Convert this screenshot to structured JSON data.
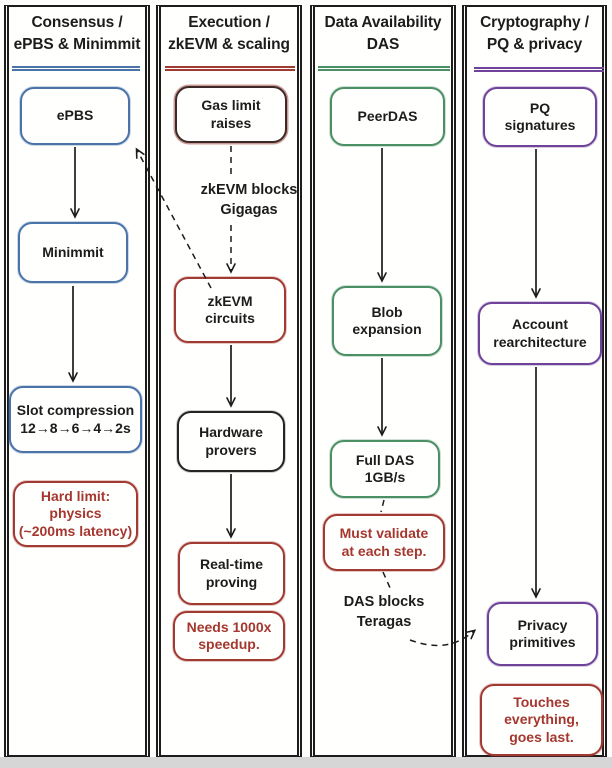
{
  "diagram": {
    "columns": [
      {
        "title": "Consensus /\nePBS & Minimmit",
        "accent": "#4a74a8",
        "nodes": [
          {
            "label": "ePBS"
          },
          {
            "label": "Minimmit"
          },
          {
            "label": "Slot compression\n12→8→6→4→2s"
          },
          {
            "label": "Hard limit:\nphysics\n(~200ms latency)",
            "type": "warning"
          }
        ]
      },
      {
        "title": "Execution /\nzkEVM & scaling",
        "accent": "#a03a32",
        "annotation": "zkEVM blocks\nGigagas",
        "nodes": [
          {
            "label": "Gas limit\nraises"
          },
          {
            "label": "zkEVM\ncircuits"
          },
          {
            "label": "Hardware\nprovers"
          },
          {
            "label": "Real-time\nproving"
          },
          {
            "label": "Needs 1000x\nspeedup.",
            "type": "warning"
          }
        ]
      },
      {
        "title": "Data Availability\nDAS",
        "accent": "#4b8f64",
        "annotation": "DAS blocks\nTeragas",
        "nodes": [
          {
            "label": "PeerDAS"
          },
          {
            "label": "Blob\nexpansion"
          },
          {
            "label": "Full DAS\n1GB/s"
          },
          {
            "label": "Must validate\nat each step.",
            "type": "warning"
          }
        ]
      },
      {
        "title": "Cryptography /\nPQ & privacy",
        "accent": "#6f4399",
        "nodes": [
          {
            "label": "PQ\nsignatures"
          },
          {
            "label": "Account\nrearchitecture"
          },
          {
            "label": "Privacy\nprimitives"
          },
          {
            "label": "Touches\neverything,\ngoes last.",
            "type": "warning"
          }
        ]
      }
    ],
    "colors": {
      "ink": "#1c1c1c",
      "blue": "#4a74a8",
      "red": "#a03a32",
      "green": "#4b8f64",
      "purple": "#6f4399",
      "warning_text": "#a5372e",
      "background": "#fdfdfc",
      "bottom_bar": "#d6d6d6"
    }
  }
}
